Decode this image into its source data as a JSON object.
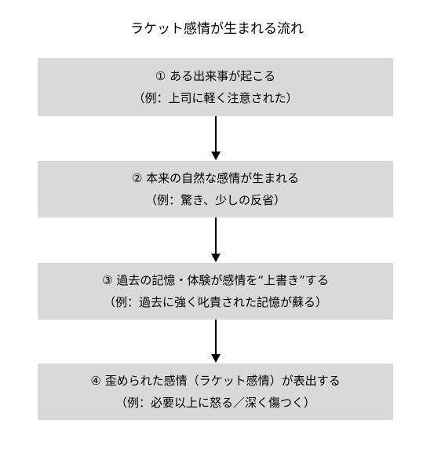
{
  "title": "ラケット感情が生まれる流れ",
  "steps": [
    {
      "line1": "① ある出来事が起こる",
      "line2": "（例：上司に軽く注意された）"
    },
    {
      "line1": "② 本来の自然な感情が生まれる",
      "line2": "（例：驚き、少しの反省）"
    },
    {
      "line1": "③ 過去の記憶・体験が感情を“上書き”する",
      "line2": "（例：過去に強く叱責された記憶が蘇る）"
    },
    {
      "line1": "④ 歪められた感情（ラケット感情）が表出する",
      "line2": "（例：必要以上に怒る／深く傷つく）"
    }
  ],
  "colors": {
    "box_fill": "#d9d9d9",
    "arrow": "#000000",
    "text": "#000000"
  }
}
